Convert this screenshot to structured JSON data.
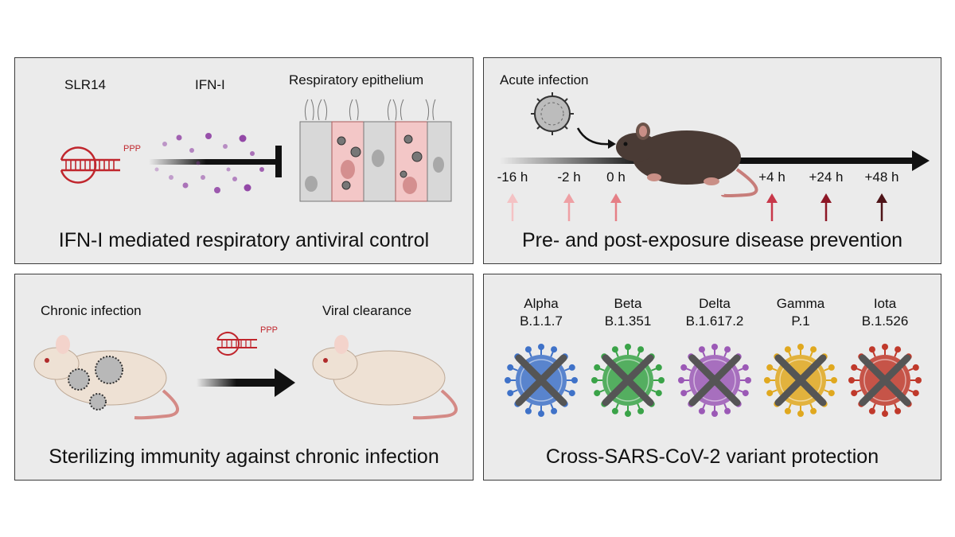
{
  "panel1": {
    "caption": "IFN-I mediated respiratory antiviral control",
    "slr14_label": "SLR14",
    "ppp_label": "PPP",
    "ifn_label": "IFN-I",
    "epithelium_label": "Respiratory epithelium"
  },
  "panel2": {
    "caption": "Pre- and post-exposure disease prevention",
    "acute_label": "Acute infection",
    "timepoints": [
      "-16 h",
      "-2 h",
      "0 h",
      "+4 h",
      "+24 h",
      "+48 h"
    ],
    "arrow_colors": [
      "#f4c2c4",
      "#eea0a4",
      "#e57f86",
      "#c8384a",
      "#8d1726",
      "#4e1418"
    ]
  },
  "panel3": {
    "caption": "Sterilizing immunity against chronic infection",
    "chronic_label": "Chronic infection",
    "clearance_label": "Viral clearance",
    "ppp_label": "PPP"
  },
  "panel4": {
    "caption": "Cross-SARS-CoV-2 variant protection",
    "variants": [
      {
        "name": "Alpha",
        "lineage": "B.1.1.7",
        "color": "#3f72c8"
      },
      {
        "name": "Beta",
        "lineage": "B.1.351",
        "color": "#3aa348"
      },
      {
        "name": "Delta",
        "lineage": "B.1.617.2",
        "color": "#9b59b6"
      },
      {
        "name": "Gamma",
        "lineage": "P.1",
        "color": "#e0a81f"
      },
      {
        "name": "Iota",
        "lineage": "B.1.526",
        "color": "#c0392b"
      }
    ]
  }
}
